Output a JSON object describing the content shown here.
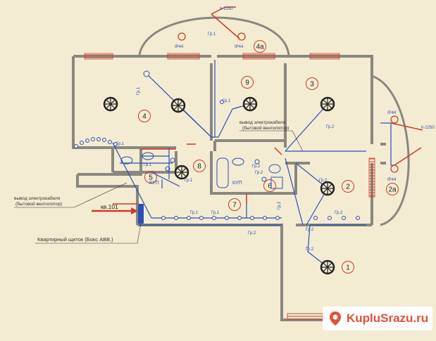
{
  "rooms": {
    "r1": "1",
    "r2": "2",
    "r2a": "2а",
    "r3": "3",
    "r4": "4",
    "r4a": "4а",
    "r5": "5",
    "r6": "6",
    "r7": "7",
    "r8": "8",
    "r9": "9"
  },
  "groups": {
    "g1": "Гр.1",
    "g2": "Гр.2"
  },
  "ip44": "IP44",
  "h2250": "h-2250",
  "kup": "КУП",
  "notes": {
    "vent_line1": "вывод электрокабеля",
    "vent_line2": "(бытовой вентилятор)",
    "cable_line1": "вывод электрокабеля",
    "cable_line2": "(бытовой вентилятор)",
    "entry": "кв.101",
    "panel": "Квартирный щиток (Бокс ABB.)"
  },
  "watermark": "KupluSrazu.ru",
  "colors": {
    "wall": "#8a8780",
    "wire": "#2a4fb5",
    "red": "#cc3b2a",
    "lamp": "#222222",
    "paper": "#f3ecd2"
  }
}
